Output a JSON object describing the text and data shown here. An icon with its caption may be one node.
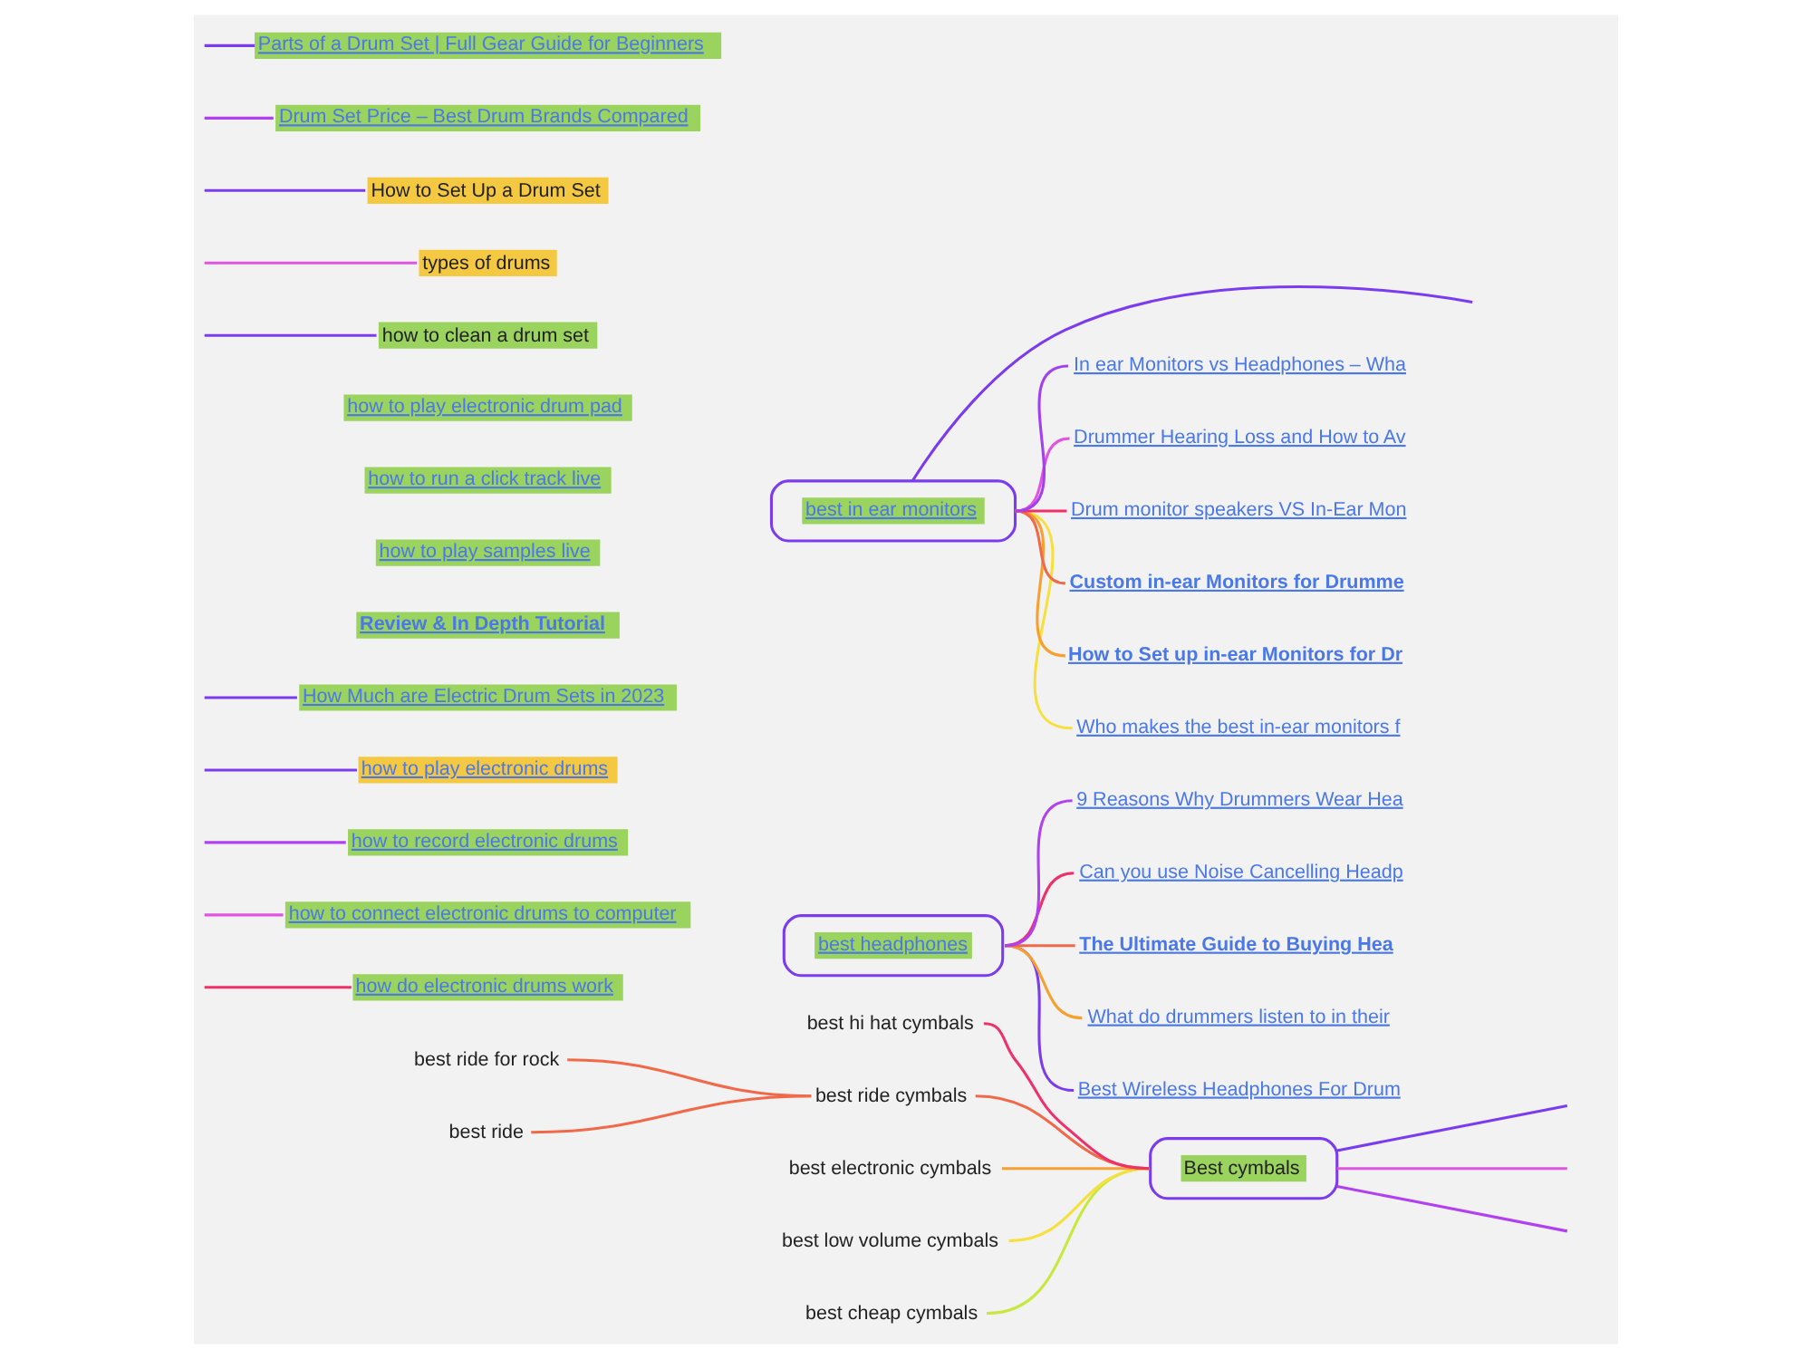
{
  "diagram": {
    "nodes": [
      {
        "text": [
          "Parts of a Drum Set | Full Gear Guide for Beginners"
        ]
      },
      {
        "text": [
          "Drum Set Price – Best Drum Brands Compared"
        ]
      },
      {
        "text": [
          "How to Set Up a Drum Set"
        ]
      },
      {
        "text": [
          "types of drums"
        ]
      },
      {
        "text": [
          "how to clean a drum set"
        ]
      },
      {
        "text": [
          "how to play electronic drum pad"
        ]
      },
      {
        "text": [
          "how to run a click track live"
        ]
      },
      {
        "text": [
          "how to play samples live"
        ]
      },
      {
        "text": [
          "Review & In Depth Tutorial"
        ]
      },
      {
        "text": [
          "How Much are Electric Drum Sets in 2023"
        ]
      },
      {
        "text": [
          "how to play electronic drums"
        ]
      },
      {
        "text": [
          "how to record electronic drums"
        ]
      },
      {
        "text": [
          "how to connect electronic drums to computer"
        ]
      },
      {
        "text": [
          "how do electronic drums work"
        ]
      },
      {
        "text": [
          "best in ear monitors"
        ]
      },
      {
        "text": [
          "In ear Monitors vs Headphones – Wha"
        ]
      },
      {
        "text": [
          "Drummer Hearing Loss and How to Av"
        ]
      },
      {
        "text": [
          "Drum monitor speakers VS In-Ear Mon"
        ]
      },
      {
        "text": [
          "Custom in-ear Monitors for Drumme"
        ]
      },
      {
        "text": [
          "How to Set up in-ear Monitors for Dr"
        ]
      },
      {
        "text": [
          "Who makes the best in-ear monitors f"
        ]
      },
      {
        "text": [
          "best headphones"
        ]
      },
      {
        "text": [
          "9 Reasons Why Drummers Wear Hea"
        ]
      },
      {
        "text": [
          "Can you use Noise Cancelling Headp"
        ]
      },
      {
        "text": [
          "The Ultimate Guide to Buying Hea"
        ]
      },
      {
        "text": [
          "What do drummers listen to in their"
        ]
      },
      {
        "text": [
          "Best Wireless Headphones For Drum"
        ]
      },
      {
        "text": [
          "best hi hat cymbals"
        ]
      },
      {
        "text": [
          "best ride for rock"
        ]
      },
      {
        "text": [
          "best ride cymbals"
        ]
      },
      {
        "text": [
          "best ride"
        ]
      },
      {
        "text": [
          "best electronic cymbals"
        ]
      },
      {
        "text": [
          "best low volume cymbals"
        ]
      },
      {
        "text": [
          "best cheap cymbals"
        ]
      },
      {
        "text": [
          "Best cymbals"
        ]
      }
    ],
    "edges": [
      {
        "from": null,
        "to": 0,
        "arrow": "none",
        "color": "#7b3cf0"
      },
      {
        "from": null,
        "to": 1,
        "arrow": "none",
        "color": "#b040f0"
      },
      {
        "from": null,
        "to": 2,
        "arrow": "none",
        "color": "#7b3cf0"
      },
      {
        "from": null,
        "to": 3,
        "arrow": "none",
        "color": "#e055e0"
      },
      {
        "from": null,
        "to": 4,
        "arrow": "none",
        "color": "#7b3cf0"
      },
      {
        "from": null,
        "to": 9,
        "arrow": "none",
        "color": "#7b3cf0"
      },
      {
        "from": null,
        "to": 10,
        "arrow": "none",
        "color": "#7b3cf0"
      },
      {
        "from": null,
        "to": 11,
        "arrow": "none",
        "color": "#b040f0"
      },
      {
        "from": null,
        "to": 12,
        "arrow": "none",
        "color": "#e055e0"
      },
      {
        "from": null,
        "to": 13,
        "arrow": "none",
        "color": "#f0306a"
      },
      {
        "from": 14,
        "to": null,
        "arrow": "none",
        "color": "#7b3cf0"
      },
      {
        "from": 14,
        "to": 15,
        "arrow": "none",
        "color": "#a040f0"
      },
      {
        "from": 14,
        "to": 16,
        "arrow": "none",
        "color": "#e055e0"
      },
      {
        "from": 14,
        "to": 17,
        "arrow": "none",
        "color": "#f0306a"
      },
      {
        "from": 14,
        "to": 18,
        "arrow": "none",
        "color": "#f06a4a"
      },
      {
        "from": 14,
        "to": 19,
        "arrow": "none",
        "color": "#f5a030"
      },
      {
        "from": 14,
        "to": 20,
        "arrow": "none",
        "color": "#f5e040"
      },
      {
        "from": 21,
        "to": 22,
        "arrow": "none",
        "color": "#b040f0"
      },
      {
        "from": 21,
        "to": 23,
        "arrow": "none",
        "color": "#f0306a"
      },
      {
        "from": 21,
        "to": 24,
        "arrow": "none",
        "color": "#f06a4a"
      },
      {
        "from": 21,
        "to": 25,
        "arrow": "none",
        "color": "#f5a030"
      },
      {
        "from": 21,
        "to": 26,
        "arrow": "none",
        "color": "#7b3cf0"
      },
      {
        "from": 27,
        "to": 34,
        "arrow": "none",
        "color": "#f0306a"
      },
      {
        "from": 28,
        "to": 29,
        "arrow": "none",
        "color": "#f06a4a"
      },
      {
        "from": 30,
        "to": 29,
        "arrow": "none",
        "color": "#f06a4a"
      },
      {
        "from": 29,
        "to": 34,
        "arrow": "none",
        "color": "#f06a4a"
      },
      {
        "from": 31,
        "to": 34,
        "arrow": "none",
        "color": "#f5a030"
      },
      {
        "from": 32,
        "to": 34,
        "arrow": "none",
        "color": "#f5e040"
      },
      {
        "from": 33,
        "to": 34,
        "arrow": "none",
        "color": "#c8e840"
      },
      {
        "from": 34,
        "to": null,
        "arrow": "none",
        "color": "#7b3cf0"
      },
      {
        "from": 34,
        "to": null,
        "arrow": "none",
        "color": "#b040f0"
      },
      {
        "from": 34,
        "to": null,
        "arrow": "none",
        "color": "#e055e0"
      }
    ]
  }
}
